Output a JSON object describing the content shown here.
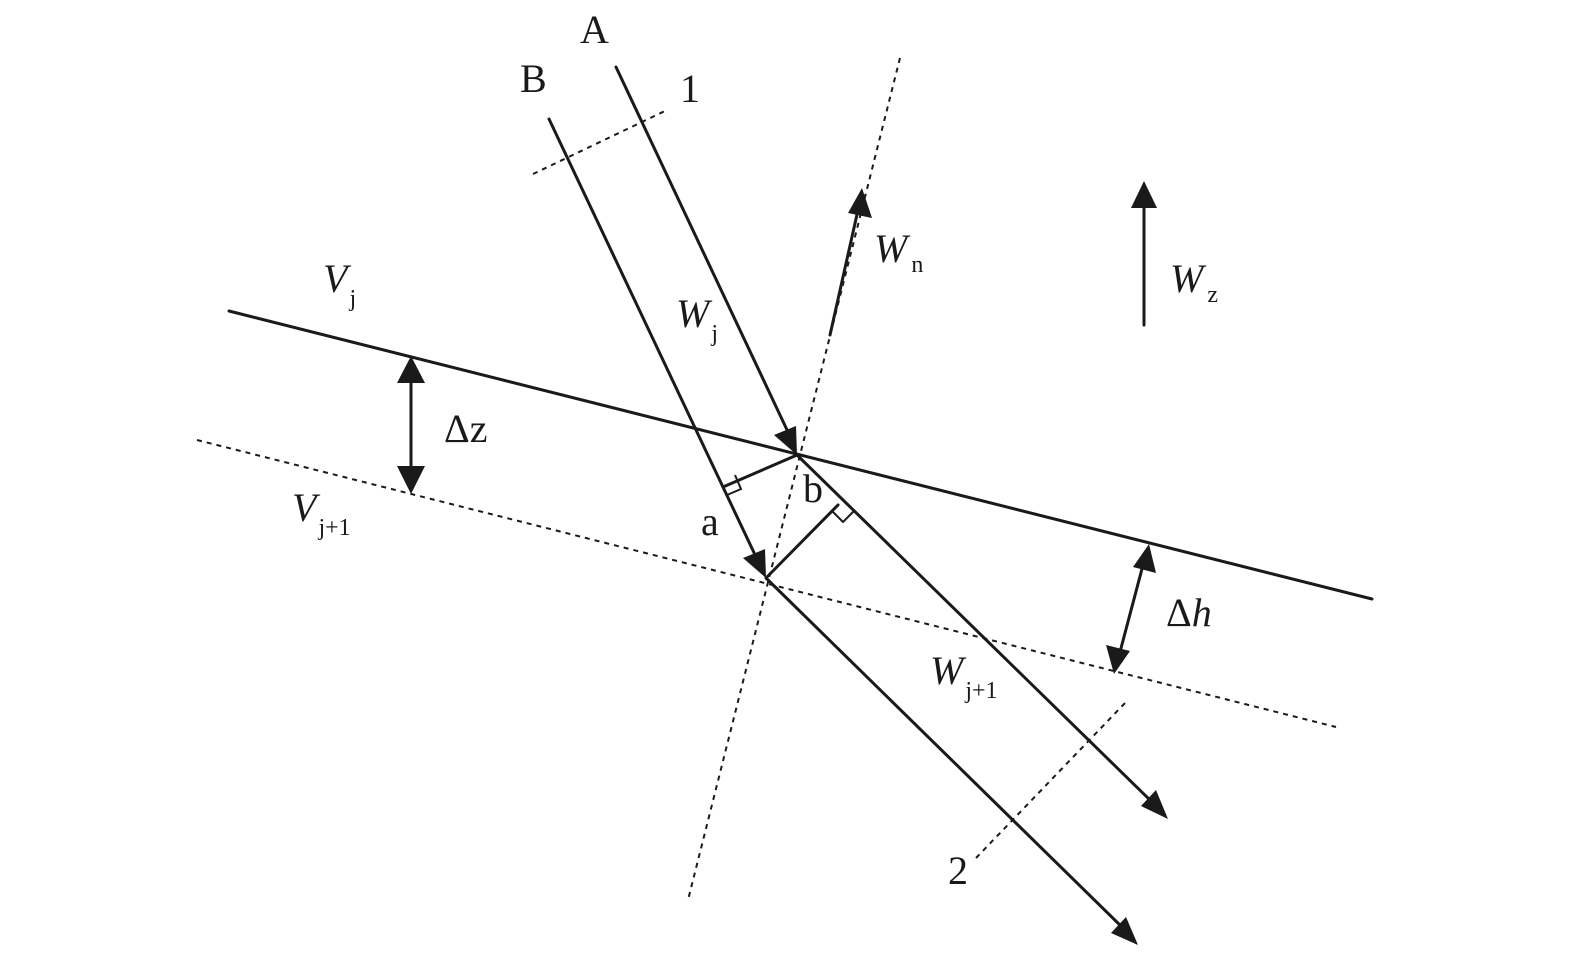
{
  "labels": {
    "A": "A",
    "B": "B",
    "one": "1",
    "two": "2",
    "a": "a",
    "b": "b",
    "vj": {
      "main": "V",
      "sub": "j"
    },
    "vj1": {
      "main": "V",
      "sub": "j+1"
    },
    "wj": {
      "main": "W",
      "sub": "j"
    },
    "wj1": {
      "main": "W",
      "sub": "j+1"
    },
    "wn": {
      "main": "W",
      "sub": "n"
    },
    "wz": {
      "main": "W",
      "sub": "z"
    },
    "dz": "Δz",
    "dh_delta": "Δ",
    "dh_var": "h"
  }
}
